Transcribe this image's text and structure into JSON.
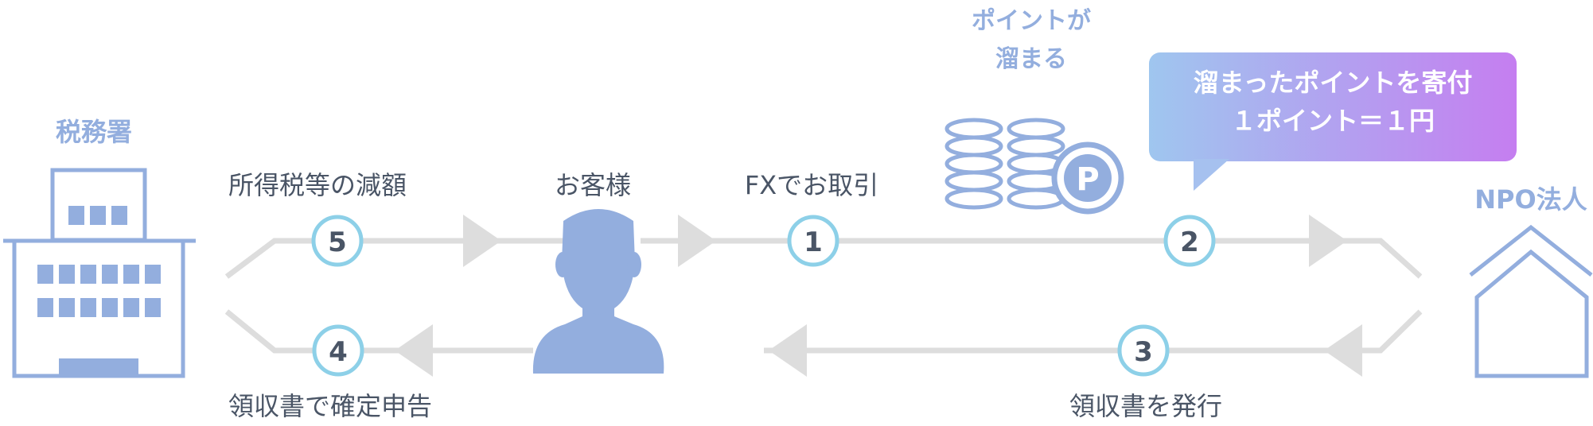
{
  "entities": {
    "tax_office": "税務署",
    "customer": "お客様",
    "npo": "NPO法人"
  },
  "flows": {
    "tax_reduction": "所得税等の減額",
    "fx_trade": "FXでお取引",
    "receipt_declare": "領収書で確定申告",
    "issue_receipt": "領収書を発行"
  },
  "points": {
    "accumulate_line1": "ポイントが",
    "accumulate_line2": "溜まる",
    "coin_letter": "P"
  },
  "bubble": {
    "line1": "溜まったポイントを寄付",
    "line2": "１ポイント＝１円"
  },
  "steps": {
    "s1": "1",
    "s2": "2",
    "s3": "3",
    "s4": "4",
    "s5": "5"
  },
  "colors": {
    "accent": "#93aede",
    "dark_text": "#4a5566",
    "circle_stroke": "#8dd0e8",
    "track": "#dddddd",
    "gradient_start": "#9fc6ef",
    "gradient_end": "#c57ef0"
  }
}
